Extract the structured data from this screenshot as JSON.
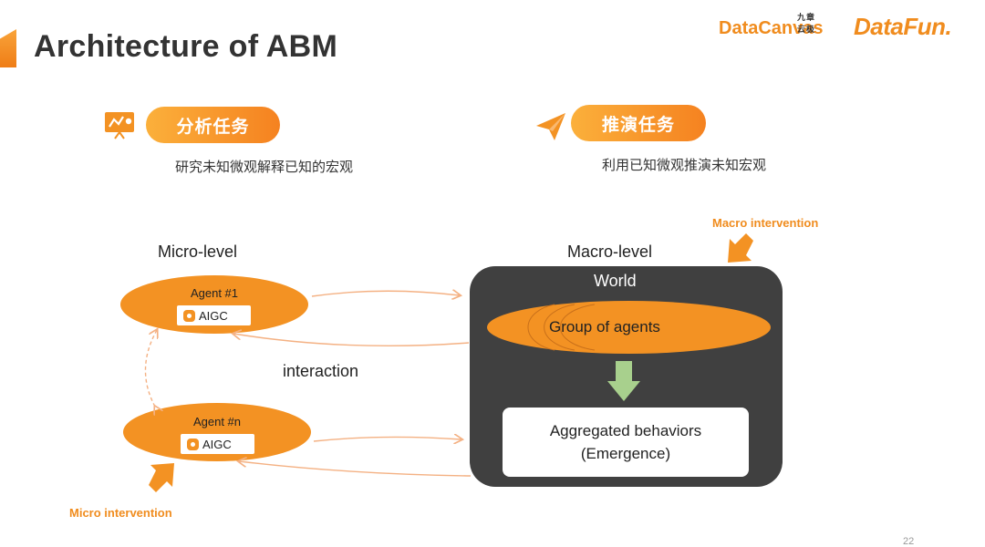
{
  "slide": {
    "title": "Architecture of ABM",
    "page_number": "22"
  },
  "logos": {
    "datacanvas": "DataCanvas",
    "datacanvas_cn": "九章云极",
    "datafun": "DataFun."
  },
  "analysis_task": {
    "icon": "presentation-chart-icon",
    "label": "分析任务",
    "description": "研究未知微观解释已知的宏观"
  },
  "inference_task": {
    "icon": "paper-plane-icon",
    "label": "推演任务",
    "description": "利用已知微观推演未知宏观"
  },
  "diagram": {
    "micro_level_label": "Micro-level",
    "macro_level_label": "Macro-level",
    "macro_intervention": "Macro intervention",
    "micro_intervention": "Micro intervention",
    "interaction_label": "interaction",
    "agents": [
      {
        "name": "Agent #1",
        "tag": "AIGC"
      },
      {
        "name": "Agent #n",
        "tag": "AIGC"
      }
    ],
    "world_label": "World",
    "group_label": "Group of agents",
    "aggregated_line1": "Aggregated behaviors",
    "aggregated_line2": "(Emergence)"
  },
  "colors": {
    "accent_orange": "#f39223",
    "world_bg": "#404040",
    "down_arrow": "#a8d08d",
    "arrow_line": "#f4b183"
  }
}
